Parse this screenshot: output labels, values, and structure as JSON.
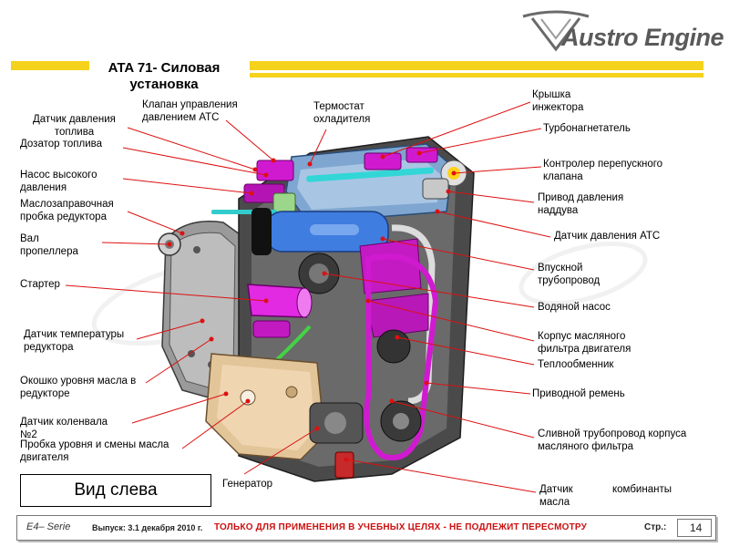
{
  "brand": {
    "name": "Austro Engine"
  },
  "title": "ATA 71- Силовая\nустановка",
  "colors": {
    "accent_bar": "#f5d21c",
    "warning_text": "#cc1111",
    "leader_line": "#dd1111"
  },
  "labels": {
    "fuel_pressure_sensor": "Датчик давления\nтоплива",
    "fuel_dosing": "Дозатор топлива",
    "hp_pump": "Насос высокого\nдавления",
    "gearbox_oil_filler": "Маслозаправочная\nпробка редуктора",
    "propeller_shaft": "Вал\nпропеллера",
    "starter": "Стартер",
    "gearbox_temp_sensor": "Датчик температуры\nредуктора",
    "gearbox_oil_window": "Окошко уровня масла в\nредукторе",
    "crankshaft_sensor": "Датчик  коленвала\n№2",
    "oil_level_plug": "Пробка уровня и смены масла\nдвигателя",
    "atc_valve": "Клапан управления\nдавлением АТС",
    "coolant_thermostat": "Термостат\nохладителя",
    "generator": "Генератор",
    "injector_cover": "Крышка\nинжектора",
    "turbocharger": "Турбонагнетатель",
    "bypass_controller": "Контролер перепускного\nклапана",
    "boost_actuator": "Привод давления\nнаддува",
    "atc_pressure_sensor": "Датчик давления АТС",
    "intake_manifold": "Впускной\nтрубопровод",
    "water_pump": "Водяной насос",
    "oil_filter_housing": "Корпус масляного\nфильтра двигателя",
    "heat_exchanger": "Теплообменник",
    "drive_belt": "Приводной ремень",
    "oil_filter_drain": "Сливной трубопровод корпуса\nмасляного фильтра",
    "sensor_bottom": "Датчик\nмасла",
    "sensor_bottom_right": "комбинанты"
  },
  "view_label": "Вид слева",
  "footer": {
    "series": "E4– Serie",
    "issue": "Выпуск: 3.1 декабря 2010 г.",
    "warning": "ТОЛЬКО ДЛЯ ПРИМЕНЕНИЯ  В УЧЕБНЫХ ЦЕЛЯХ  - НЕ ПОДЛЕЖИТ ПЕРЕСМОТРУ",
    "page_label": "Стр.:",
    "page_number": "14"
  }
}
